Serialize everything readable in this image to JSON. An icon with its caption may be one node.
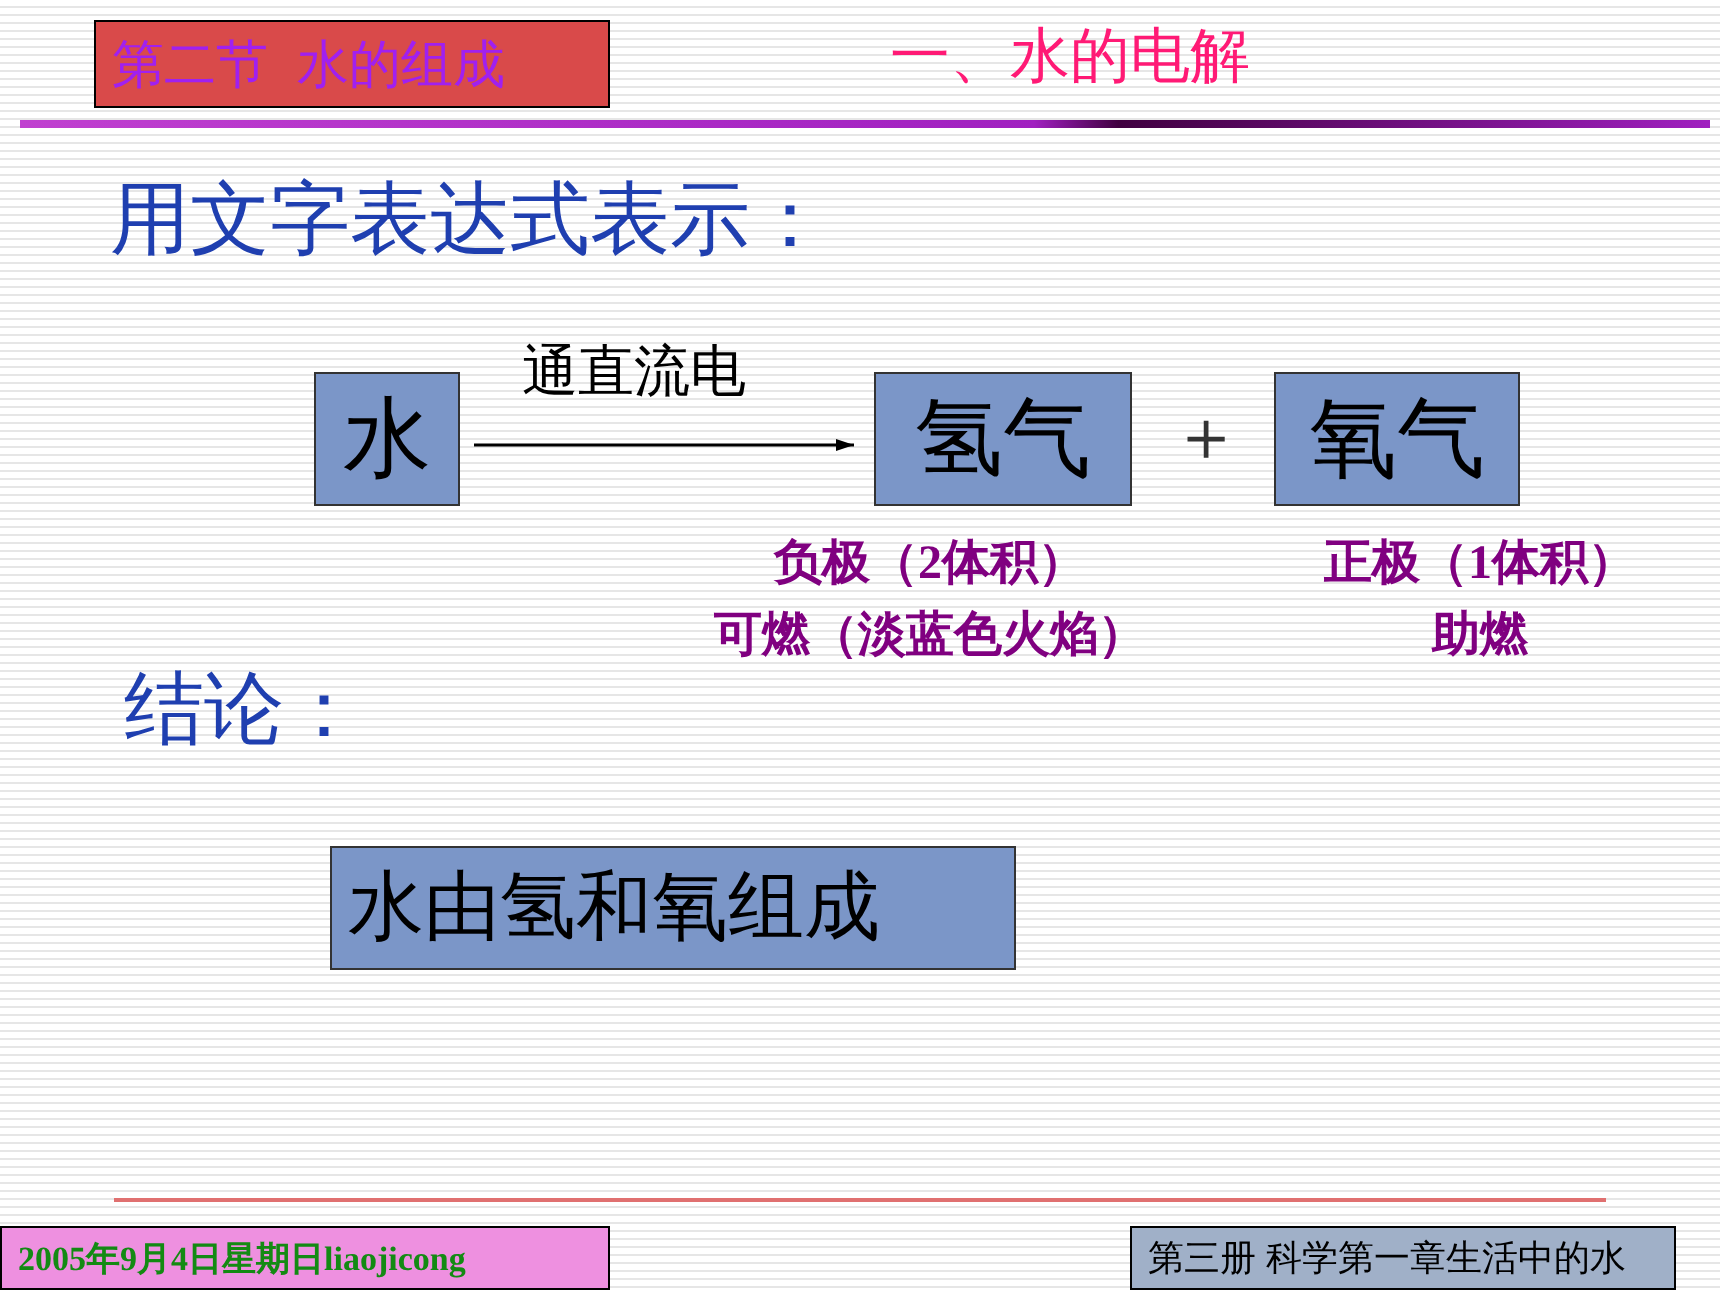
{
  "diagram": {
    "title": "一、水的电解",
    "nodes": [
      {
        "text": [
          "第二节  水的组成"
        ]
      },
      {
        "text": [
          "水"
        ]
      },
      {
        "text": [
          "氢气"
        ],
        "beside": [
          "负极（2体积）",
          "可燃（淡蓝色火焰）"
        ]
      },
      {
        "text": [
          "氧气"
        ],
        "beside": [
          "正极（1体积）",
          "助燃"
        ]
      },
      {
        "text": [
          "水由氢和氧组成"
        ]
      },
      {
        "text": [
          "2005年9月4日星期日liaojicong"
        ]
      },
      {
        "text": [
          "第三册 科学第一章生活中的水"
        ]
      }
    ],
    "edges": [
      {
        "from": 1,
        "to": 2,
        "arrow": "to",
        "label": "通直流电"
      }
    ],
    "labels": [
      "用文字表达式表示：",
      "＋",
      "结论："
    ]
  }
}
